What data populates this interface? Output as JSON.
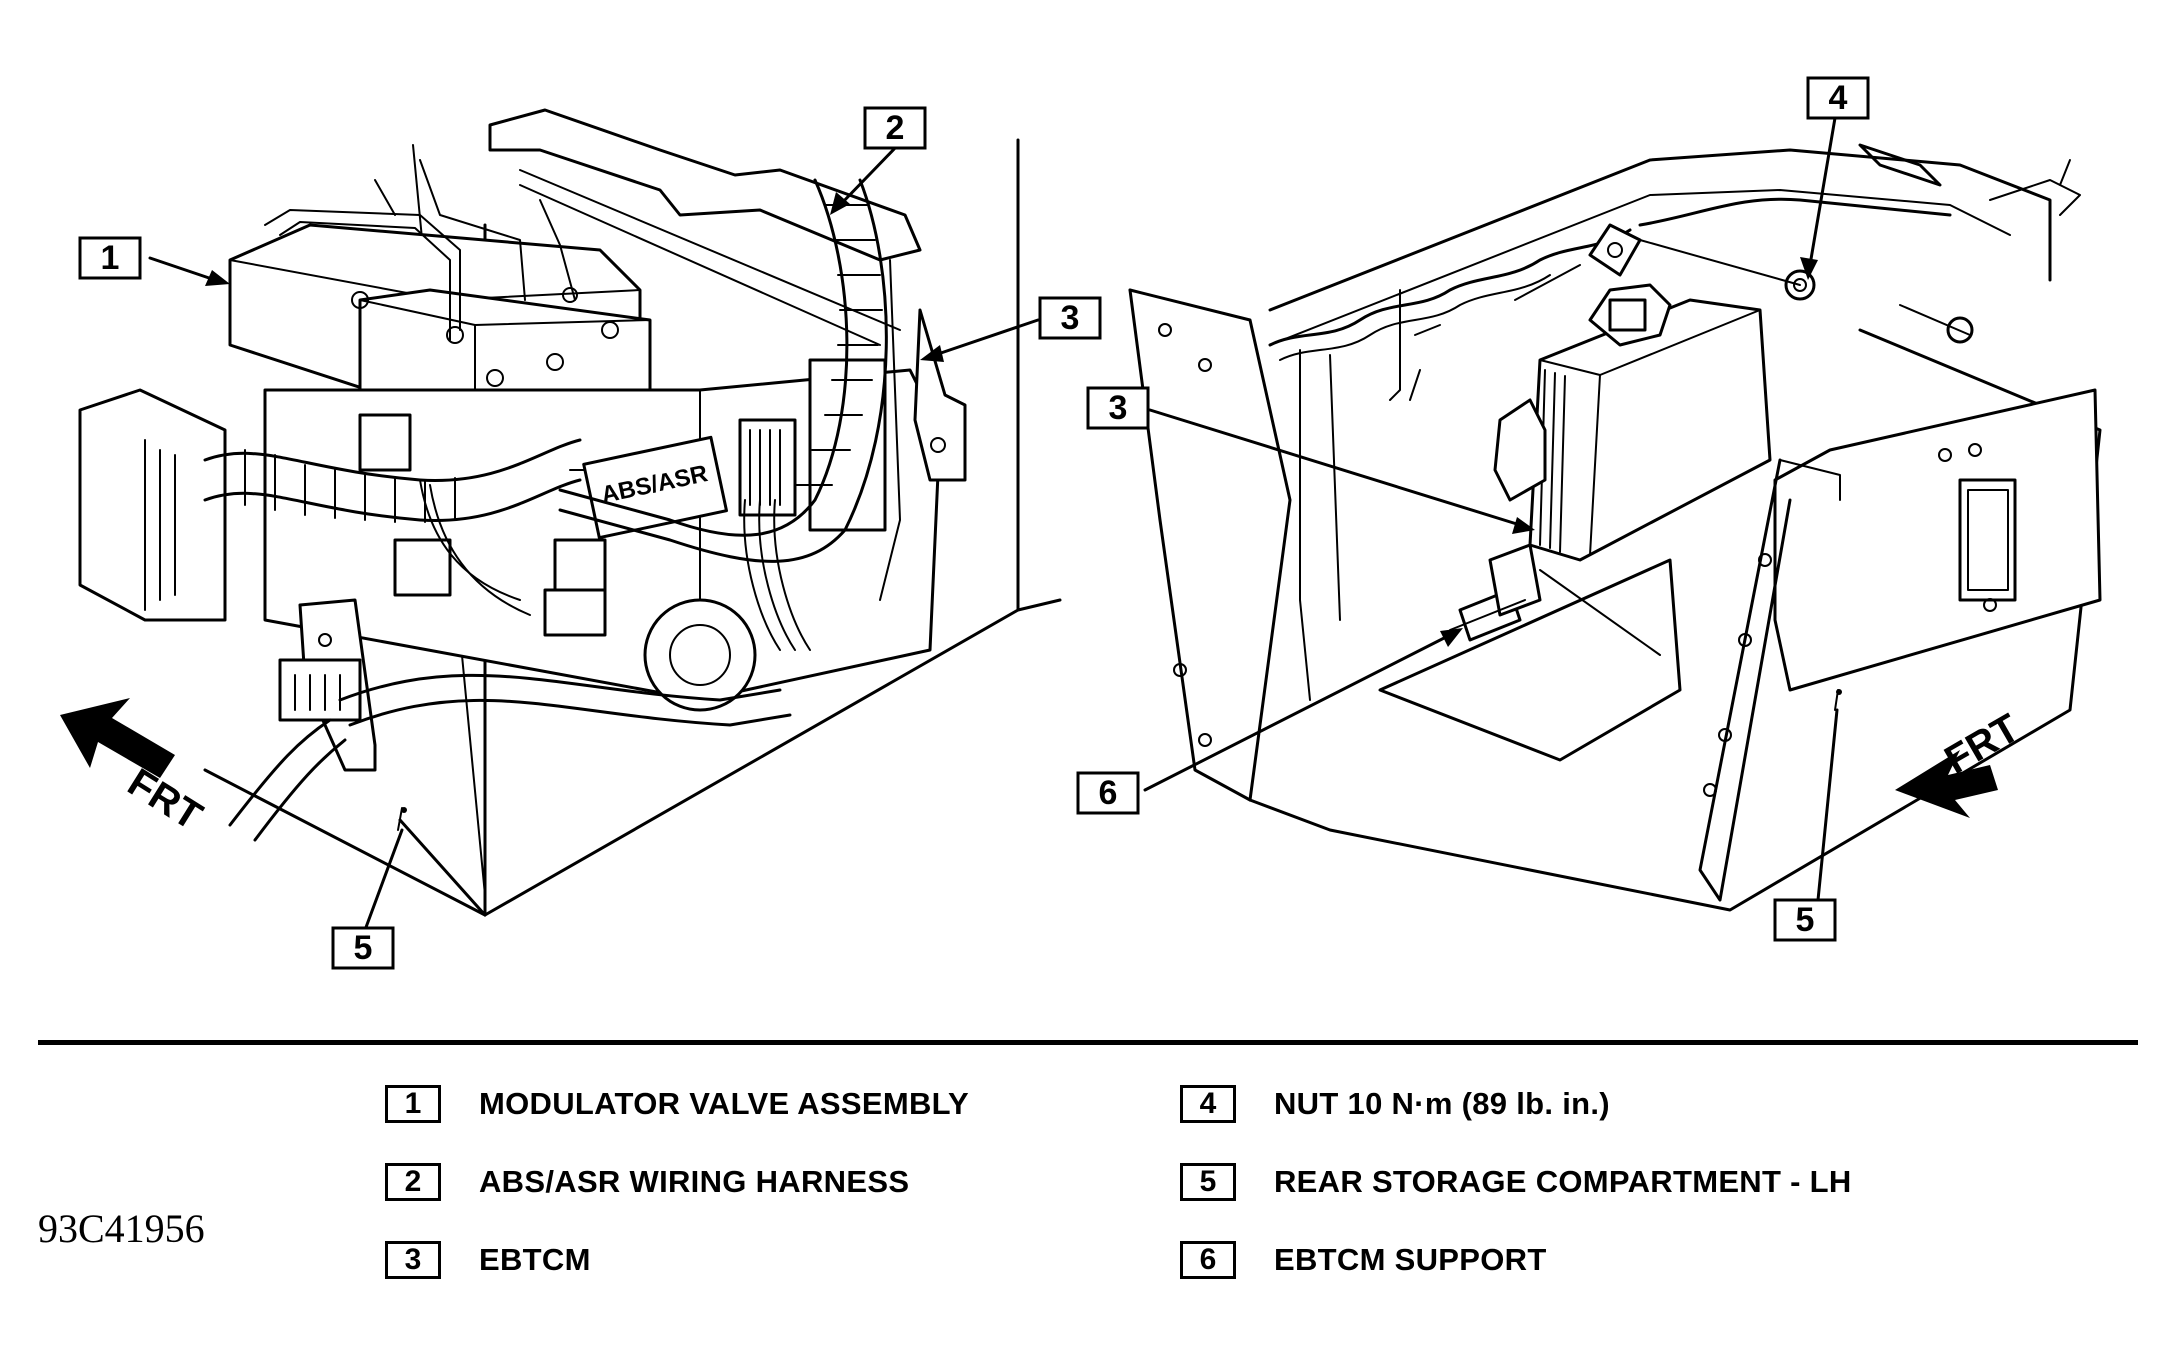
{
  "callouts": {
    "c1": "1",
    "c2": "2",
    "c3_left": "3",
    "c3_right": "3",
    "c4": "4",
    "c5_left": "5",
    "c5_right": "5",
    "c6": "6"
  },
  "frt_left": "FRT",
  "frt_right": "FRT",
  "component_labels": {
    "abs_asr_badge": "ABS/ASR"
  },
  "legend": [
    {
      "num": "1",
      "label": "MODULATOR VALVE ASSEMBLY"
    },
    {
      "num": "2",
      "label": "ABS/ASR WIRING HARNESS"
    },
    {
      "num": "3",
      "label": "EBTCM"
    },
    {
      "num": "4",
      "label": "NUT 10 N·m (89 lb. in.)"
    },
    {
      "num": "5",
      "label": "REAR STORAGE COMPARTMENT - LH"
    },
    {
      "num": "6",
      "label": "EBTCM SUPPORT"
    }
  ],
  "figure_id": "93C41956"
}
